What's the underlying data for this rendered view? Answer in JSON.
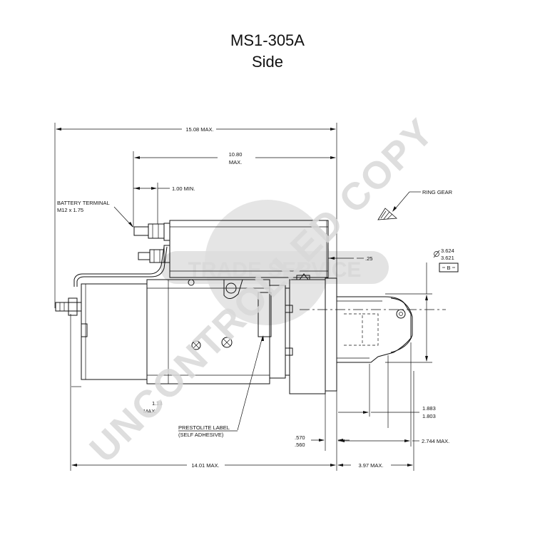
{
  "header": {
    "model": "MS1-305A",
    "view": "Side"
  },
  "dimensions": {
    "overall_length": "15.08 MAX.",
    "solenoid_length_1": "10.80",
    "solenoid_length_2": "MAX.",
    "terminal_offset": "1.00 MIN.",
    "battery_terminal_1": "BATTERY TERMINAL",
    "battery_terminal_2": "M12 x 1.75",
    "ring_gear": "RING GEAR",
    "clearance": ".25",
    "pilot_dia_1": "3.624",
    "pilot_dia_2": "3.621",
    "datum": "B",
    "dim_113_a": "1.13",
    "dim_113_b": "MAX.",
    "label_1": "PRESTOLITE LABEL",
    "label_2": "(SELF ADHESIVE)",
    "flange_1": ".570",
    "flange_2": ".560",
    "pinion_1": "1.883",
    "pinion_2": "1.803",
    "nose_length": "2.744 MAX.",
    "body_length": "14.01 MAX.",
    "front_length": "3.97 MAX."
  },
  "watermark": {
    "diagonal": "UNCONTROLLED COPY",
    "logo": "TRADE SERVICE"
  }
}
